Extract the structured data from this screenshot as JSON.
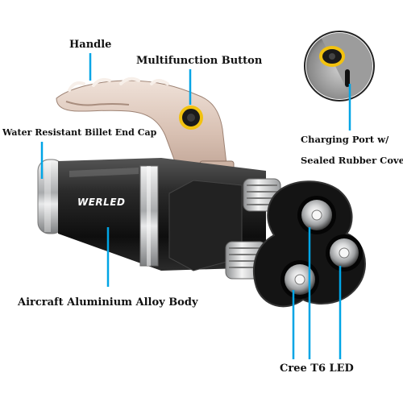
{
  "brand": "WERLED",
  "callouts": {
    "handle": "Handle",
    "button": "Multifunction Button",
    "end_cap": "Water Resistant Billet End Cap",
    "charging_line1": "Charging Port w/",
    "charging_line2": "Sealed Rubber Cover",
    "body": "Aircraft Aluminium Alloy Body",
    "led": "Cree T6 LED"
  },
  "colors": {
    "pointer": "#00a5e6",
    "body": "#1c1c1c",
    "chrome": "#d2d4d6",
    "handle": "#ddc7bb",
    "button_ring": "#f2c20f"
  }
}
